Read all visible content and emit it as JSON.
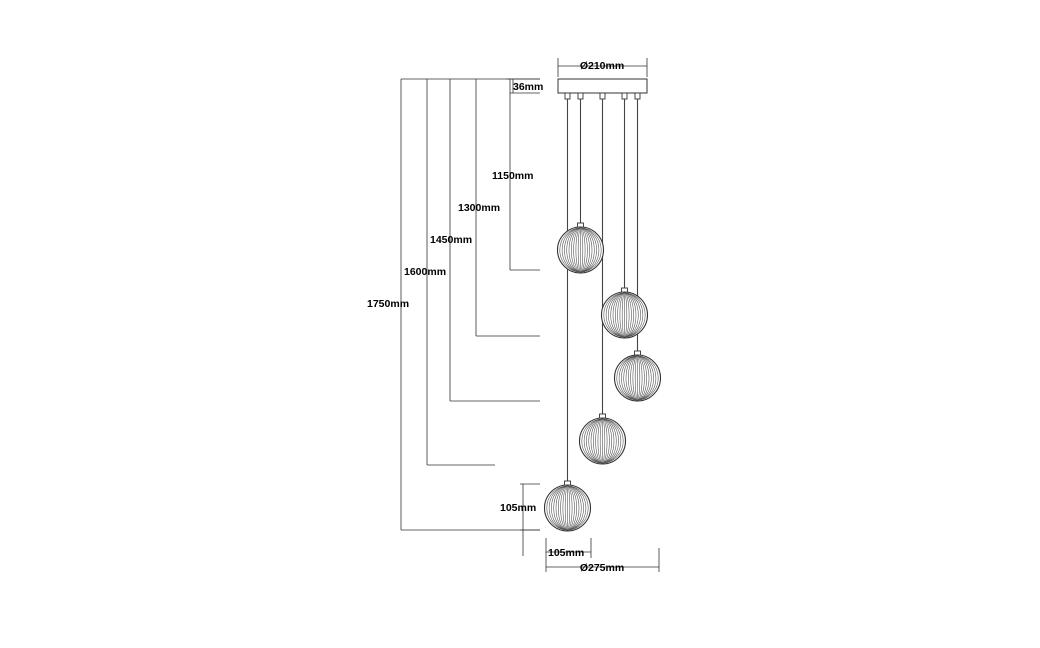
{
  "dimensions": {
    "canopy_diameter": "Ø210mm",
    "canopy_height": "36mm",
    "drop_1": "1150mm",
    "drop_2": "1300mm",
    "drop_3": "1450mm",
    "drop_4": "1600mm",
    "drop_5": "1750mm",
    "shade_height": "105mm",
    "shade_width": "105mm",
    "overall_diameter": "Ø275mm"
  }
}
